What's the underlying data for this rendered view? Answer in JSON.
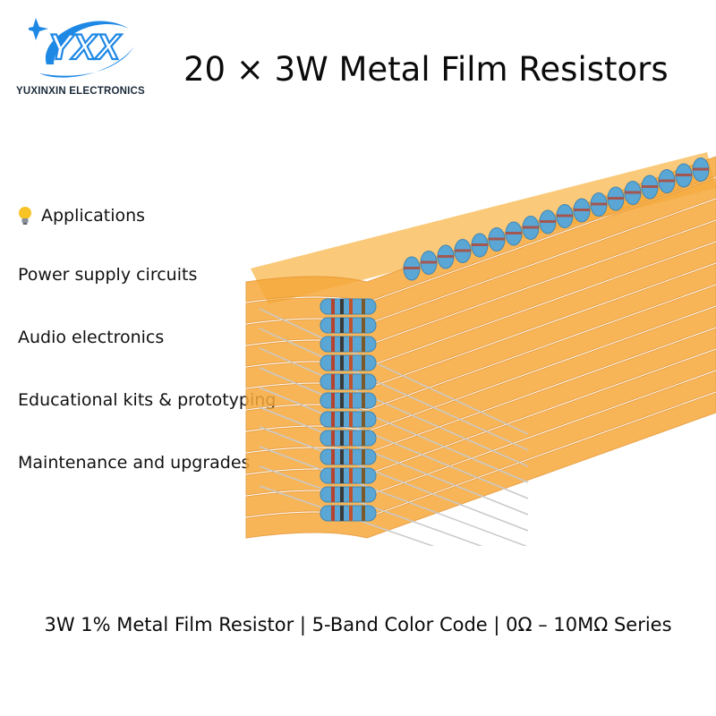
{
  "brand": {
    "name": "YUXINXIN ELECTRONICS",
    "logo_letters": "YXX",
    "colors": {
      "primary": "#1e88e5",
      "dark": "#1b2a3a"
    }
  },
  "header": {
    "title": "20 × 3W Metal Film Resistors"
  },
  "applications": {
    "heading": "Applications",
    "heading_icon": "lightbulb-icon",
    "items": [
      "Power supply circuits",
      "Audio electronics",
      "Educational kits & prototyping",
      "Maintenance and upgrades"
    ]
  },
  "product": {
    "tape_color": "#f6a93b",
    "body_color": "#5aa7d6"
  },
  "footer": {
    "spec": "3W 1% Metal Film Resistor | 5-Band Color Code | 0Ω – 10MΩ Series"
  }
}
